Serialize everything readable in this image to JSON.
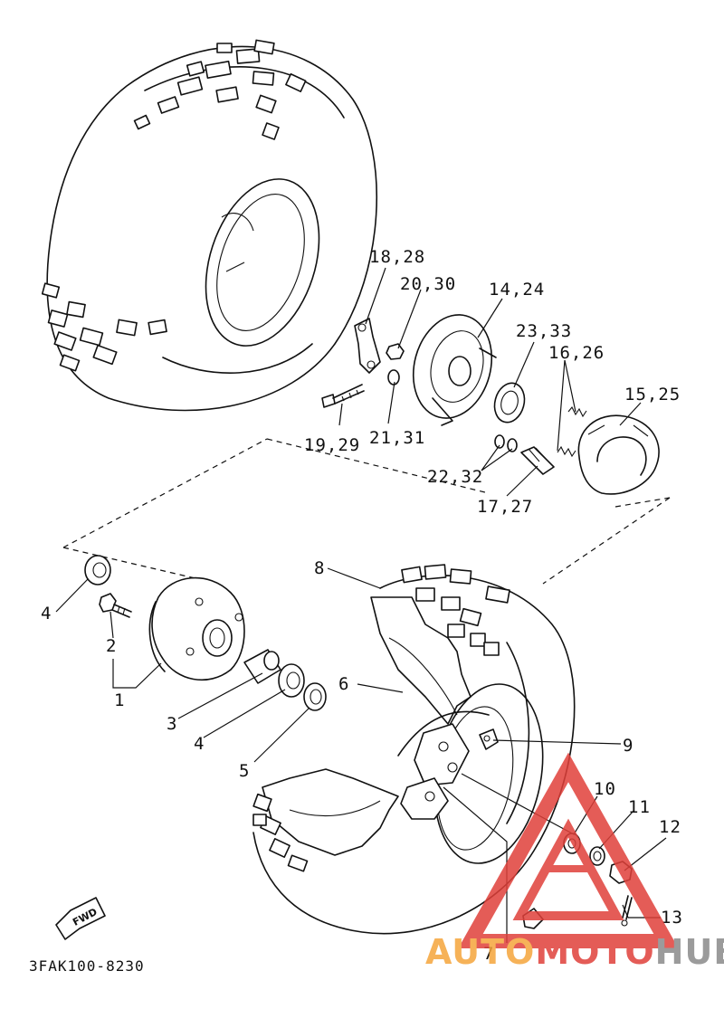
{
  "diagram": {
    "labels": {
      "p1": "1",
      "p2": "2",
      "p3": "3",
      "p4a": "4",
      "p4b": "4",
      "p5": "5",
      "p6": "6",
      "p7": "7",
      "p8": "8",
      "p9": "9",
      "p10": "10",
      "p11": "11",
      "p12": "12",
      "p13": "13",
      "p14_24": "14,24",
      "p15_25": "15,25",
      "p16_26": "16,26",
      "p17_27": "17,27",
      "p18_28": "18,28",
      "p19_29": "19,29",
      "p20_30": "20,30",
      "p21_31": "21,31",
      "p22_32": "22,32",
      "p23_33": "23,33"
    },
    "fwd_badge": "FWD",
    "drawing_code": "3FAK100-8230"
  },
  "watermark": {
    "part1": "AUTO",
    "part2": "MOTO",
    "part3": "HUB",
    "colors": {
      "orange": "#f5a53c",
      "red": "#e0403a",
      "gray": "#8a8a8a"
    }
  }
}
